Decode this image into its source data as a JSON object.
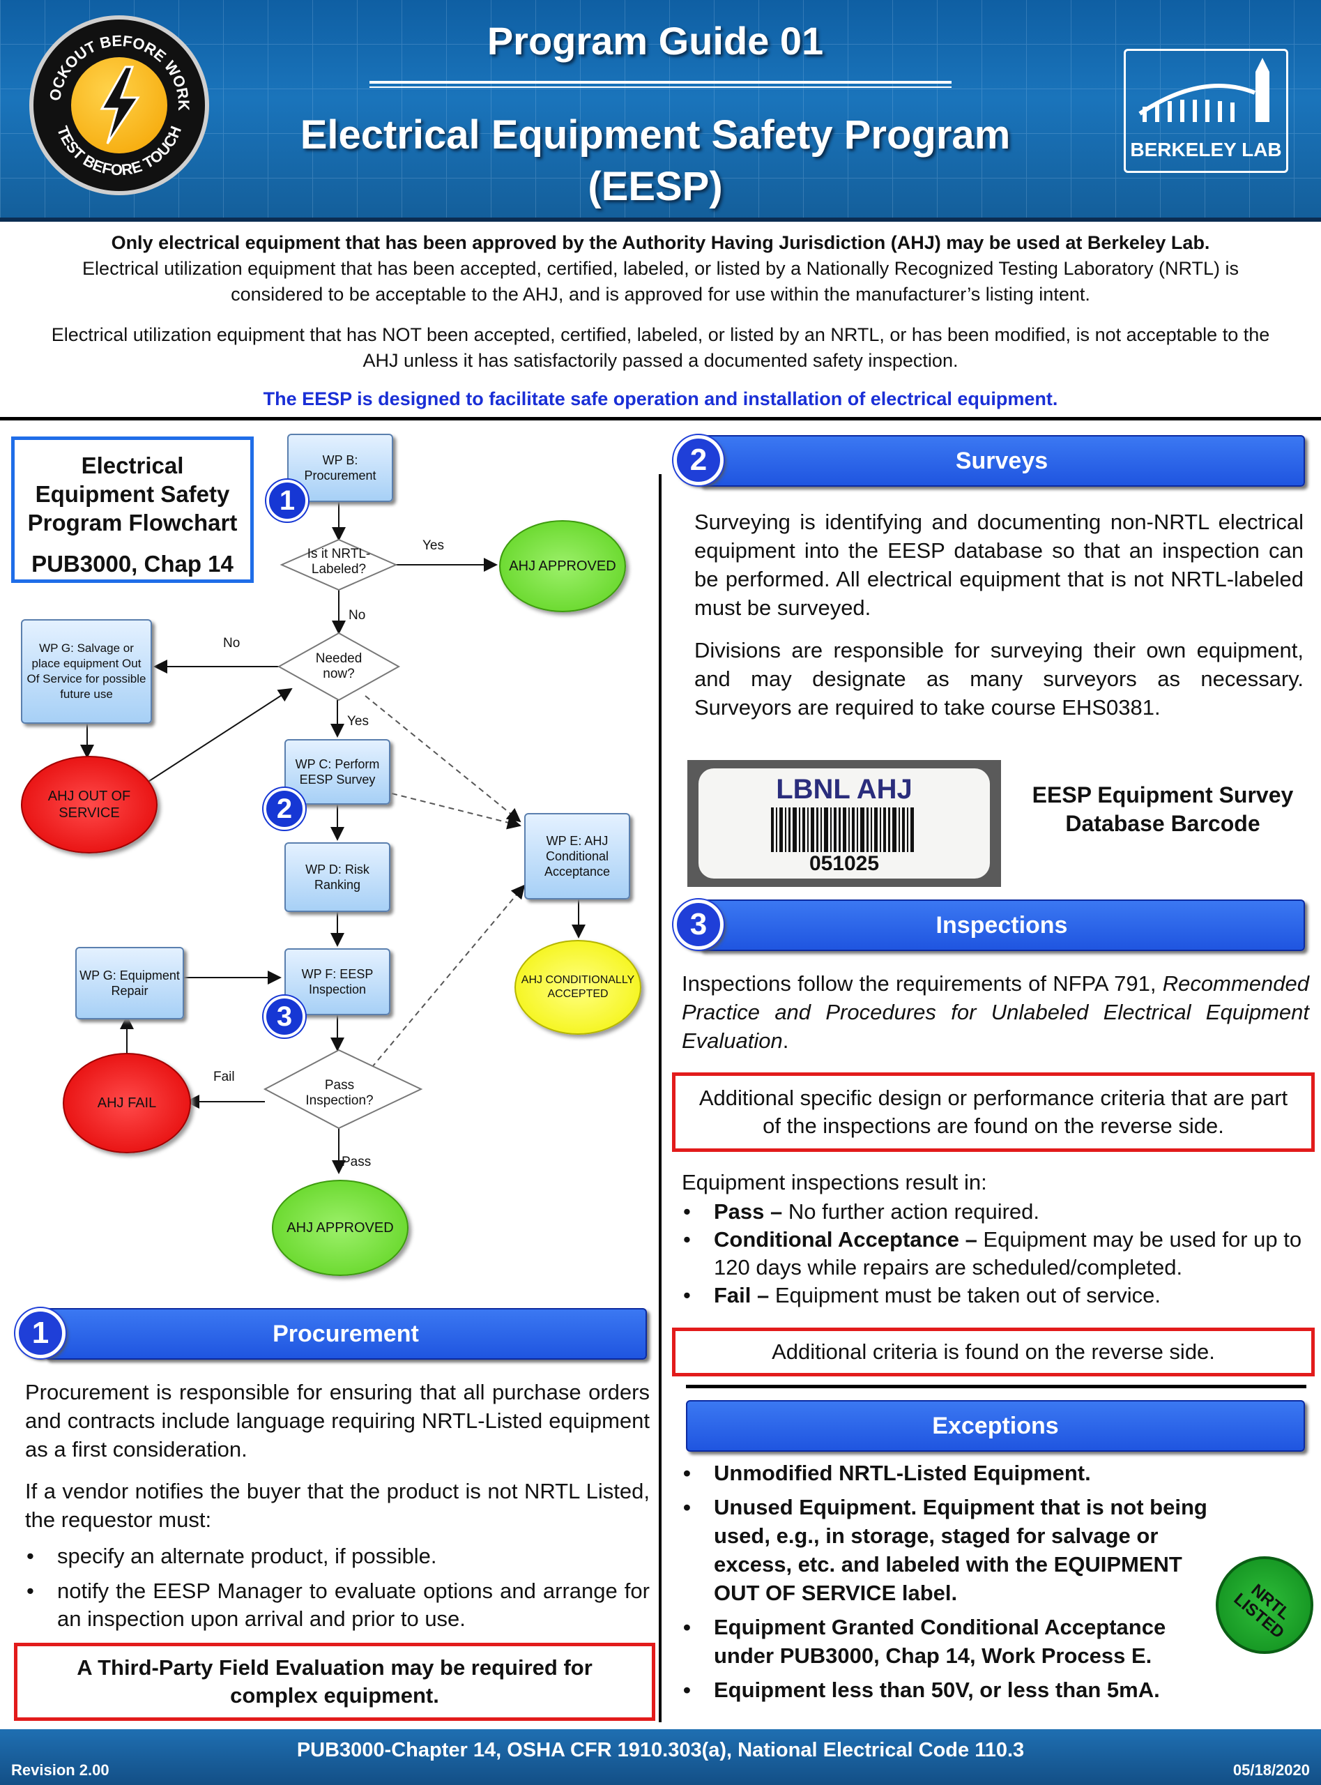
{
  "header": {
    "program_guide": "Program Guide 01",
    "title_line1": "Electrical Equipment Safety Program",
    "title_line2": "(EESP)",
    "badge_top": "LOCKOUT BEFORE WORK",
    "badge_bottom": "TEST BEFORE TOUCH",
    "logo_text": "BERKELEY LAB"
  },
  "intro": {
    "p1_bold": "Only electrical equipment that has been approved by the Authority Having Jurisdiction (AHJ) may be used at Berkeley Lab.",
    "p1_rest": "Electrical utilization equipment that has been accepted, certified, labeled, or listed by a Nationally Recognized Testing Laboratory (NRTL) is considered to be acceptable to the AHJ, and is approved for use within the manufacturer’s listing intent.",
    "p2": "Electrical utilization equipment that has NOT been accepted, certified, labeled, or listed by an NRTL, or has been modified, is not acceptable to the AHJ unless it has satisfactorily passed a documented safety inspection.",
    "p3": "The EESP is designed to facilitate safe operation and installation of electrical equipment."
  },
  "flowchart": {
    "title_l1": "Electrical",
    "title_l2": "Equipment Safety",
    "title_l3": "Program Flowchart",
    "ref": "PUB3000, Chap 14",
    "wp_b": "WP B: Procurement",
    "nrtl_q": "Is it NRTL-Labeled?",
    "yes1": "Yes",
    "ahj_approved_1": "AHJ APPROVED",
    "no1": "No",
    "needed_q": "Needed now?",
    "no2": "No",
    "wp_g_salvage": "WP G: Salvage or place equipment Out Of Service for possible future use",
    "ahj_oos": "AHJ OUT OF SERVICE",
    "yes2": "Yes",
    "wp_c": "WP C: Perform EESP Survey",
    "wp_e": "WP E: AHJ Conditional Acceptance",
    "wp_d": "WP D: Risk Ranking",
    "ahj_cond": "AHJ CONDITIONALLY ACCEPTED",
    "wp_g_repair": "WP G: Equipment Repair",
    "wp_f": "WP F: EESP Inspection",
    "fail": "Fail",
    "ahj_fail": "AHJ FAIL",
    "pass_q": "Pass Inspection?",
    "pass": "Pass",
    "ahj_approved_2": "AHJ APPROVED",
    "n1": "1",
    "n2": "2",
    "n3": "3"
  },
  "procurement": {
    "num": "1",
    "title": "Procurement",
    "p1": "Procurement is responsible for ensuring that all purchase orders and contracts include language requiring NRTL-Listed equipment as a first consideration.",
    "p2": "If a vendor notifies the buyer that the product is not NRTL Listed, the requestor must:",
    "bullets": [
      "specify an alternate product, if possible.",
      "notify the EESP Manager to evaluate options and arrange for an inspection upon arrival and prior to use."
    ],
    "note": "A Third-Party Field Evaluation may be required for complex equipment."
  },
  "surveys": {
    "num": "2",
    "title": "Surveys",
    "p1": "Surveying is identifying and documenting non-NRTL electrical equipment into the EESP database so that an inspection can be performed. All electrical equipment that is not NRTL-labeled must be surveyed.",
    "p2": "Divisions are responsible for surveying their own equipment, and may designate as many surveyors as necessary. Surveyors are required to take course EHS0381.",
    "label_title": "LBNL AHJ",
    "label_number": "051025",
    "caption": "EESP Equipment Survey Database Barcode"
  },
  "inspections": {
    "num": "3",
    "title": "Inspections",
    "p1_a": "Inspections follow the requirements of NFPA 791,",
    "p1_b": "Recommended Practice and Procedures for Unlabeled Electrical Equipment Evaluation",
    "p1_c": ".",
    "note1": "Additional specific design or performance criteria that are part of the inspections are found on the reverse side.",
    "results_intro": "Equipment inspections result in:",
    "r1_b": "Pass –",
    "r1": " No further action required.",
    "r2_b": "Conditional Acceptance –",
    "r2": " Equipment may be used for up to 120 days while repairs are scheduled/completed.",
    "r3_b": "Fail –",
    "r3": " Equipment must be taken out of service.",
    "note2": "Additional criteria is found on the reverse side."
  },
  "exceptions": {
    "title": "Exceptions",
    "e1": "Unmodified NRTL-Listed Equipment.",
    "e2": "Unused Equipment. Equipment that is not being used, e.g., in storage, staged for salvage or excess, etc. and labeled with the EQUIPMENT OUT OF SERVICE label.",
    "e3": "Equipment Granted Conditional Acceptance under PUB3000, Chap 14, Work Process E.",
    "e4": "Equipment less than 50V, or less than 5mA.",
    "stamp": "NRTL LISTED"
  },
  "footer": {
    "revision": "Revision 2.00",
    "refs": "PUB3000-Chapter 14, OSHA CFR 1910.303(a), National Electrical Code 110.3",
    "date": "05/18/2020"
  },
  "colors": {
    "header_blue": "#1a74bb",
    "section_blue": "#1f55e0",
    "note_red": "#e21b1b",
    "intro_blue": "#1a2fd6"
  }
}
